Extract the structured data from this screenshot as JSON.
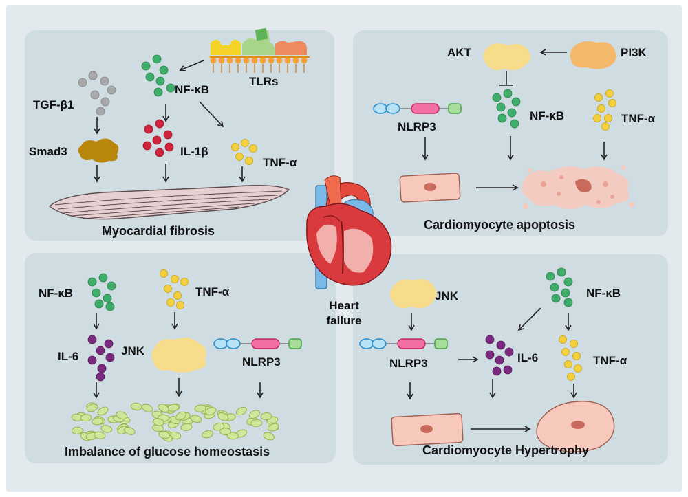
{
  "center": {
    "line1": "Heart",
    "line2": "failure"
  },
  "panels": {
    "fibrosis": {
      "title": "Myocardial fibrosis",
      "tgf": "TGF-β1",
      "smad": "Smad3",
      "nfkb": "NF-κB",
      "tlrs": "TLRs",
      "il1b": "IL-1β",
      "tnf": "TNF-α"
    },
    "apoptosis": {
      "title": "Cardiomyocyte apoptosis",
      "akt": "AKT",
      "pi3k": "PI3K",
      "nlrp3": "NLRP3",
      "nfkb": "NF-κB",
      "tnf": "TNF-α"
    },
    "glucose": {
      "title": "Imbalance of glucose homeostasis",
      "nfkb": "NF-κB",
      "tnf": "TNF-α",
      "il6": "IL-6",
      "jnk": "JNK",
      "nlrp3": "NLRP3"
    },
    "hypertrophy": {
      "title": "Cardiomyocyte Hypertrophy",
      "jnk": "JNK",
      "nfkb": "NF-κB",
      "nlrp3": "NLRP3",
      "il6": "IL-6",
      "tnf": "TNF-α"
    }
  },
  "colors": {
    "background": "#e3eaee",
    "panel": "#cfdde3",
    "nfkb_dots": "#3fae6a",
    "tgf_dots": "#a7a9ab",
    "il1b_dots": "#d2233d",
    "tnf_dots": "#f4d03f",
    "il6_dots": "#7b2a80",
    "smad3": "#b8860b",
    "jnk_akt": "#f7dc8c",
    "pi3k": "#f4b86a",
    "cell": "#f6c9bc",
    "glucose": "#cfe59a"
  }
}
